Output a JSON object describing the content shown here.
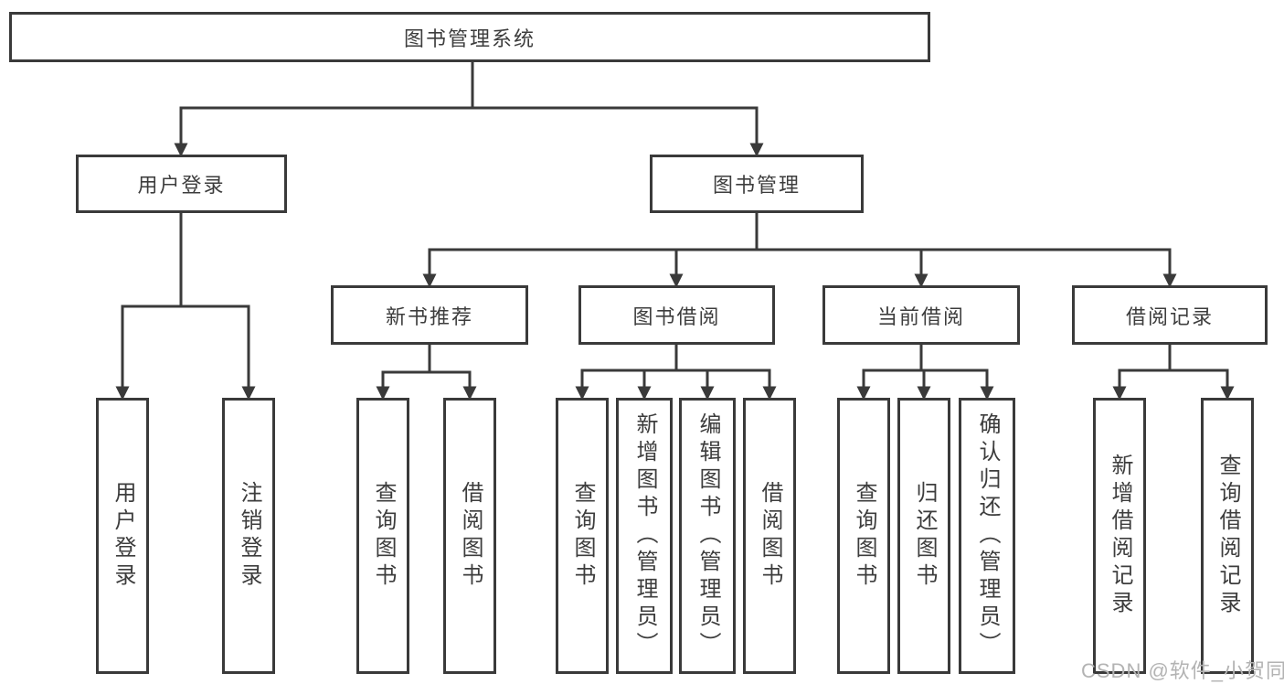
{
  "tree": {
    "root": "图书管理系统",
    "children": [
      {
        "label": "用户登录",
        "children": [
          "用户登录",
          "注销登录"
        ]
      },
      {
        "label": "图书管理",
        "children": [
          {
            "label": "新书推荐",
            "children": [
              "查询图书",
              "借阅图书"
            ]
          },
          {
            "label": "图书借阅",
            "children": [
              "查询图书",
              "新增图书（管理员）",
              "编辑图书（管理员）",
              "借阅图书"
            ]
          },
          {
            "label": "当前借阅",
            "children": [
              "查询图书",
              "归还图书",
              "确认归还（管理员）"
            ]
          },
          {
            "label": "借阅记录",
            "children": [
              "新增借阅记录",
              "查询借阅记录"
            ]
          }
        ]
      }
    ]
  },
  "watermark": "CSDN @软件_小贺同学",
  "colors": {
    "line": "#3a3a3a",
    "text": "#3d3d3d",
    "watermark": "#b3b3b3",
    "background": "#ffffff"
  }
}
